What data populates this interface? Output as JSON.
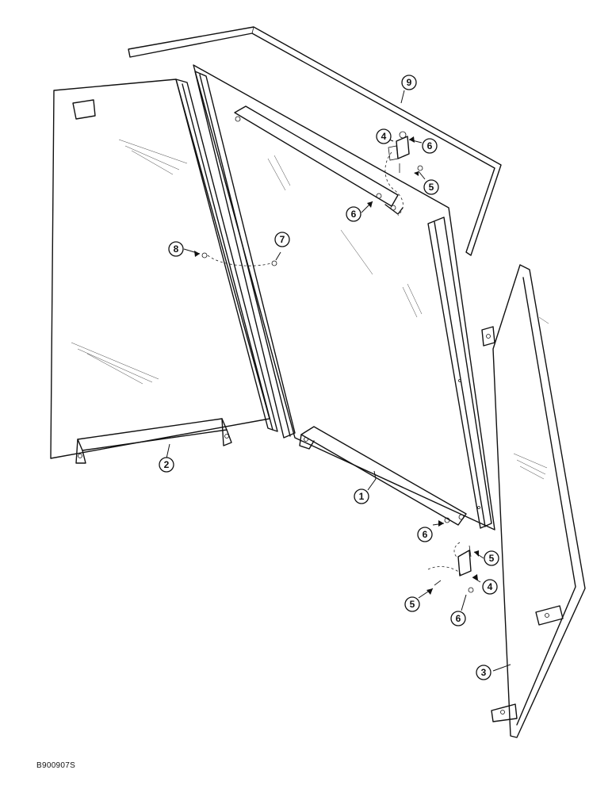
{
  "callouts": [
    {
      "id": "c1",
      "label": "1"
    },
    {
      "id": "c2",
      "label": "2"
    },
    {
      "id": "c3",
      "label": "3"
    },
    {
      "id": "c4a",
      "label": "4"
    },
    {
      "id": "c4b",
      "label": "4"
    },
    {
      "id": "c5a",
      "label": "5"
    },
    {
      "id": "c5b",
      "label": "5"
    },
    {
      "id": "c5c",
      "label": "5"
    },
    {
      "id": "c6a",
      "label": "6"
    },
    {
      "id": "c6b",
      "label": "6"
    },
    {
      "id": "c6c",
      "label": "6"
    },
    {
      "id": "c6d",
      "label": "6"
    },
    {
      "id": "c7",
      "label": "7"
    },
    {
      "id": "c8",
      "label": "8"
    },
    {
      "id": "c9",
      "label": "9"
    }
  ],
  "reference_code": "B900907S"
}
